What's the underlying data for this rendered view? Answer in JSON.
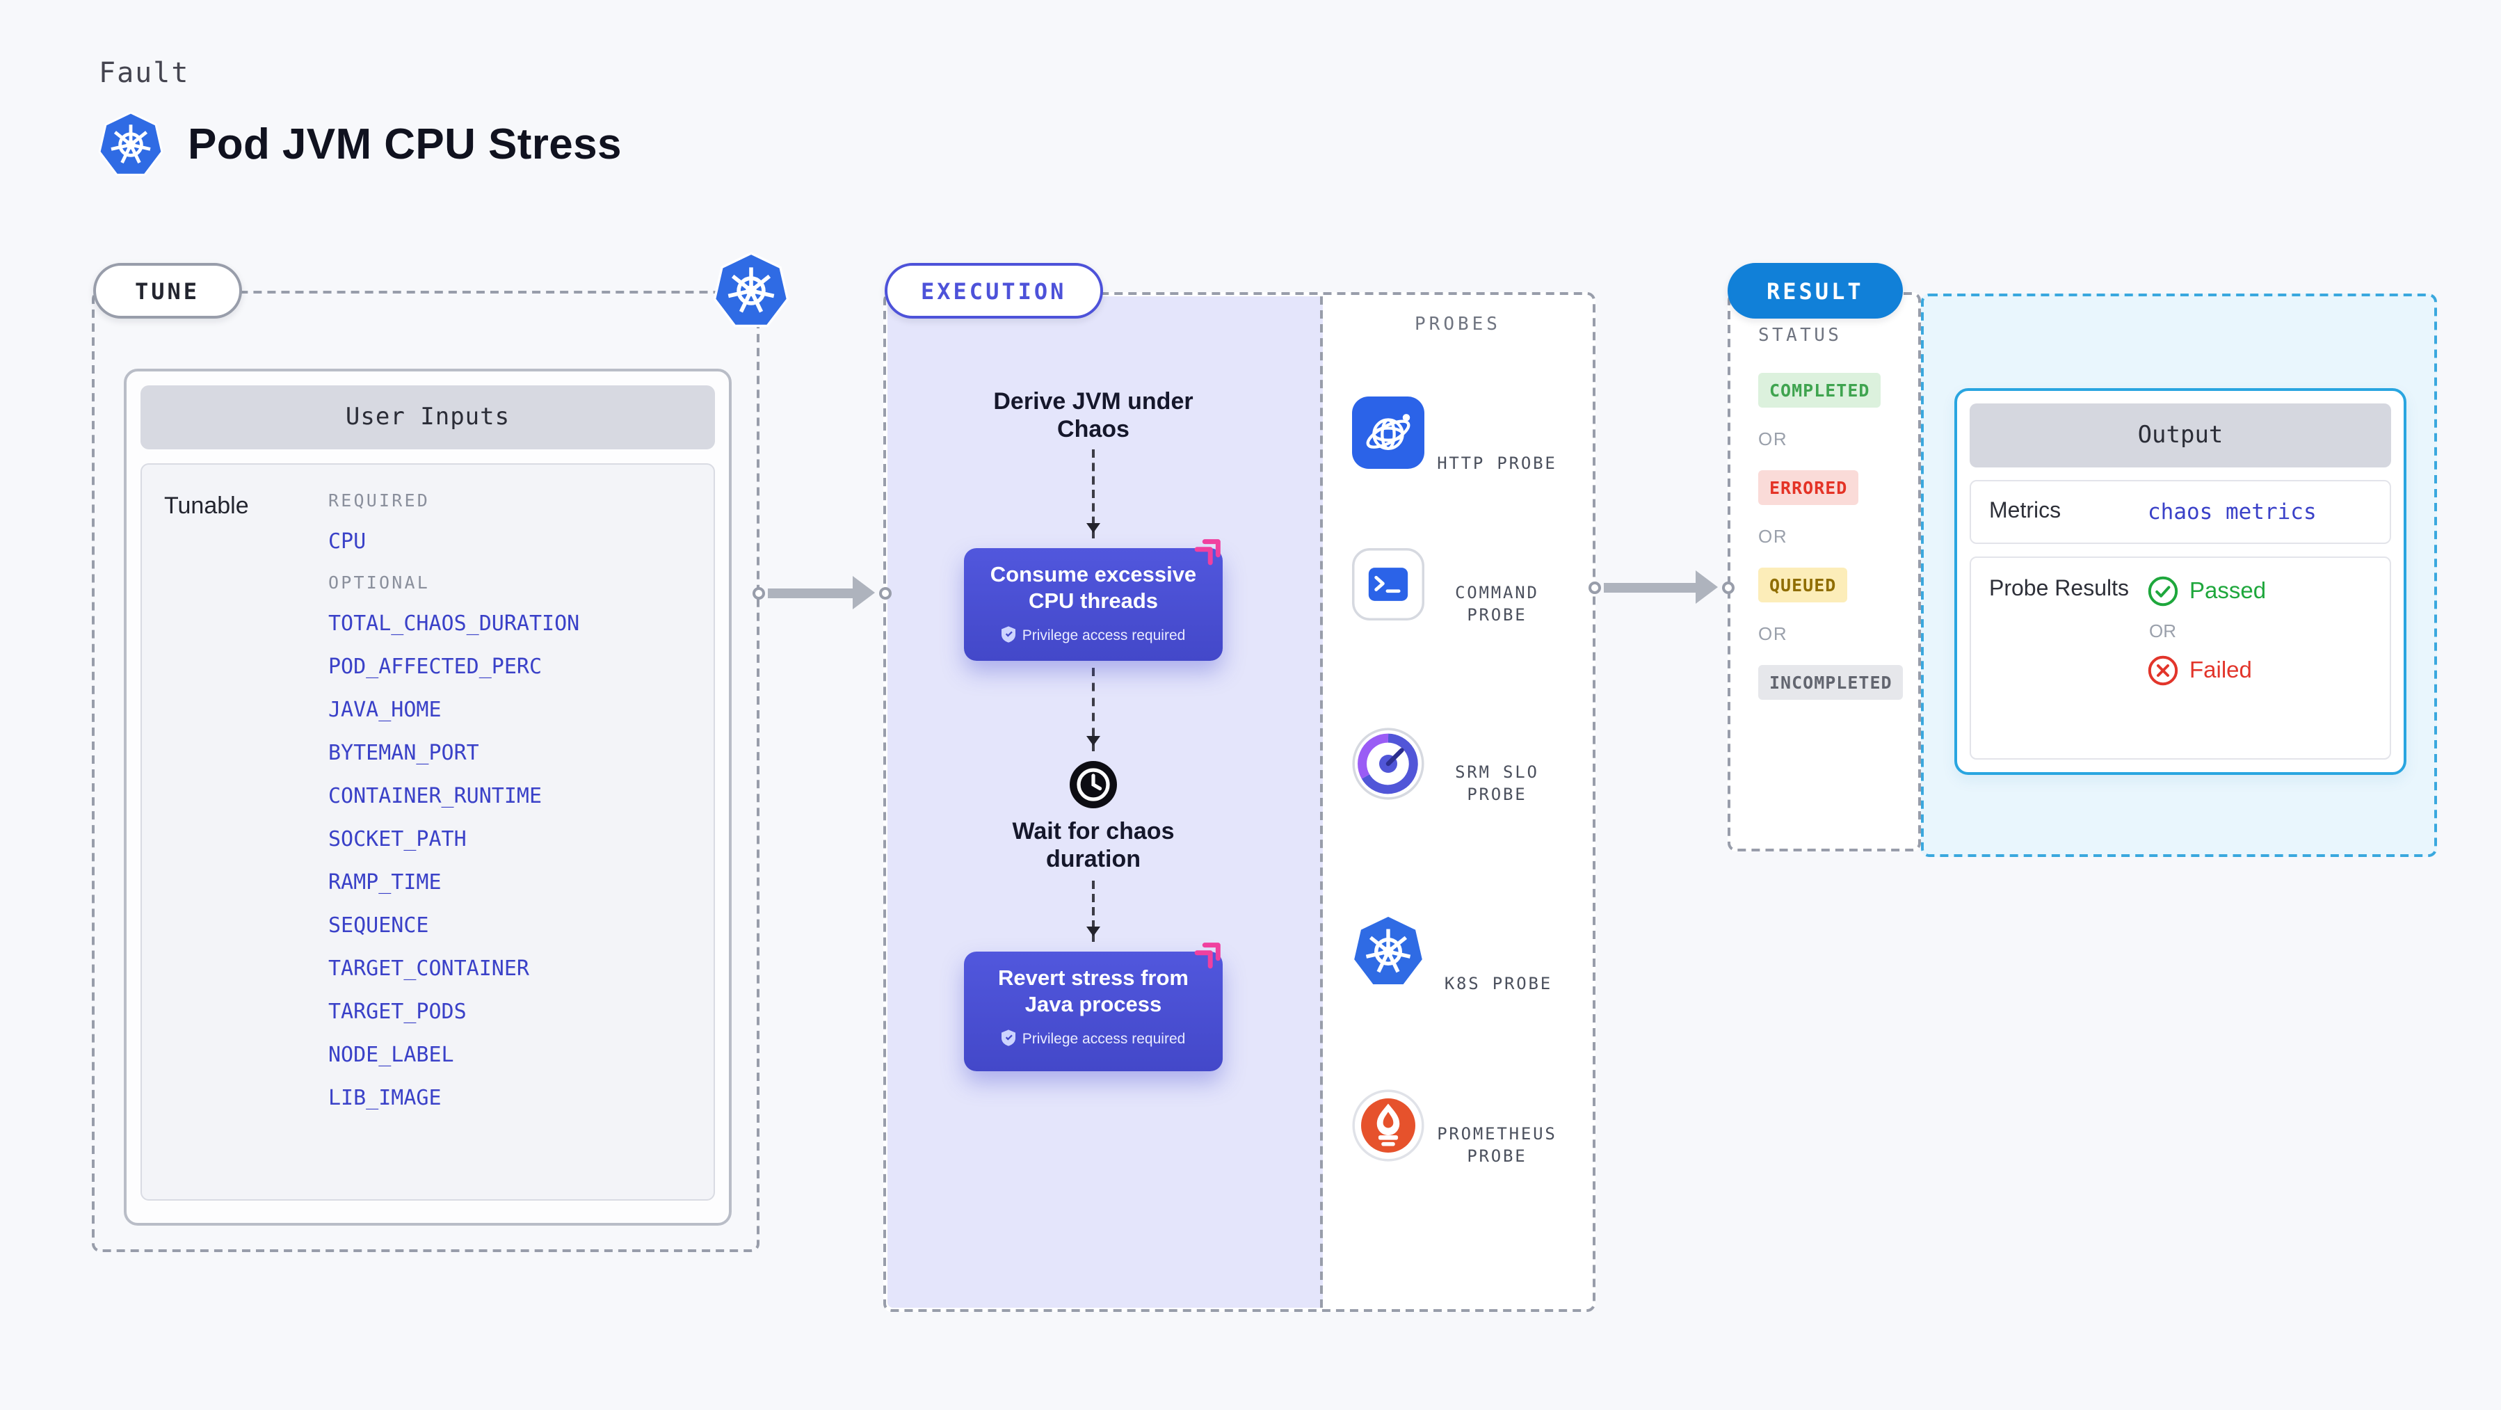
{
  "header": {
    "kicker": "Fault",
    "title": "Pod JVM CPU Stress"
  },
  "tune": {
    "badge": "TUNE",
    "panel_title": "User Inputs",
    "row_label": "Tunable",
    "required_label": "REQUIRED",
    "required_items": [
      "CPU"
    ],
    "optional_label": "OPTIONAL",
    "optional_items": [
      "TOTAL_CHAOS_DURATION",
      "POD_AFFECTED_PERC",
      "JAVA_HOME",
      "BYTEMAN_PORT",
      "CONTAINER_RUNTIME",
      "SOCKET_PATH",
      "RAMP_TIME",
      "SEQUENCE",
      "TARGET_CONTAINER",
      "TARGET_PODS",
      "NODE_LABEL",
      "LIB_IMAGE"
    ]
  },
  "execution": {
    "badge": "EXECUTION",
    "derive_step": "Derive JVM under Chaos",
    "action_1": "Consume excessive CPU threads",
    "privilege_note": "Privilege access required",
    "wait_step": "Wait for chaos duration",
    "action_2": "Revert stress from Java process"
  },
  "probes": {
    "heading": "PROBES",
    "items": [
      {
        "label": "HTTP PROBE",
        "icon": "globe-icon"
      },
      {
        "label": "COMMAND PROBE",
        "icon": "terminal-icon"
      },
      {
        "label": "SRM SLO PROBE",
        "icon": "gauge-icon"
      },
      {
        "label": "K8S PROBE",
        "icon": "kubernetes-icon"
      },
      {
        "label": "PROMETHEUS PROBE",
        "icon": "prometheus-icon"
      }
    ]
  },
  "result": {
    "badge": "RESULT",
    "status_heading": "STATUS",
    "or_label": "OR",
    "statuses": [
      {
        "label": "COMPLETED",
        "bg": "#dcf1dd",
        "fg": "#3fa44f"
      },
      {
        "label": "ERRORED",
        "bg": "#fadbd8",
        "fg": "#e43326"
      },
      {
        "label": "QUEUED",
        "bg": "#fcedb9",
        "fg": "#8f6d00"
      },
      {
        "label": "INCOMPLETED",
        "bg": "#e6e7eb",
        "fg": "#62656f"
      }
    ],
    "output": {
      "title": "Output",
      "metrics_label": "Metrics",
      "metrics_value": "chaos metrics",
      "probe_results_label": "Probe Results",
      "passed_label": "Passed",
      "failed_label": "Failed",
      "or_label": "OR"
    }
  },
  "palette": {
    "background": "#f7f8fb",
    "accent_indigo": "#4b50d6",
    "link_blue": "#3a41c8",
    "k8s_blue": "#2f6be4",
    "result_blue": "#1180d8",
    "output_border": "#29a5e0",
    "execution_bg": "#e4e5fb",
    "success_green": "#1ea73c",
    "error_red": "#e2352b",
    "pink_accent": "#f0409f"
  }
}
